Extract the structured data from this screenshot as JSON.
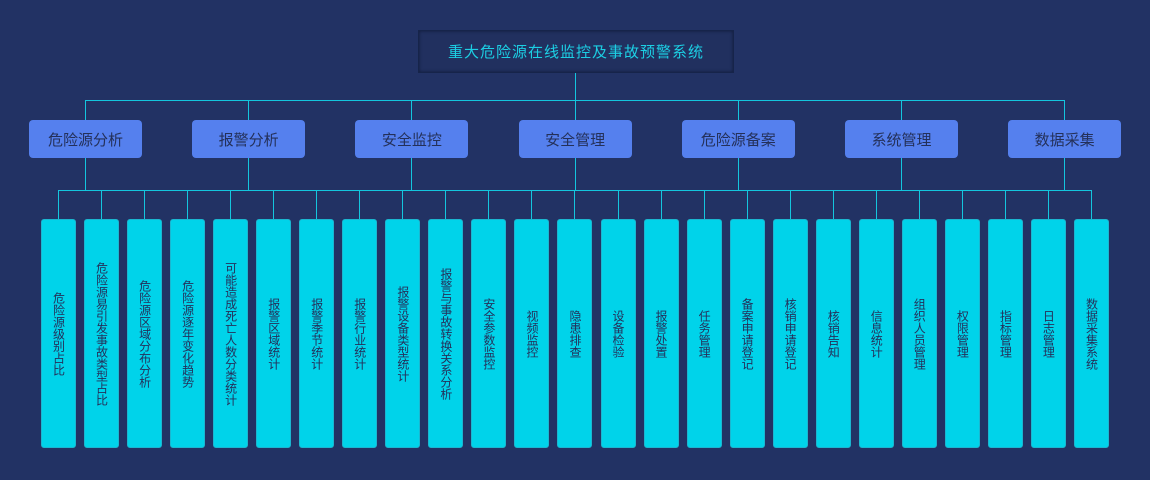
{
  "title": "重大危险源在线监控及事故预警系统",
  "categories": [
    "危险源分析",
    "报警分析",
    "安全监控",
    "安全管理",
    "危险源备案",
    "系统管理",
    "数据采集"
  ],
  "leaves": [
    "危险源级别占比",
    "危险源易引发事故类型占比",
    "危险源区域分布分析",
    "危险源逐年变化趋势",
    "可能造成死亡人数分类统计",
    "报警区域统计",
    "报警季节统计",
    "报警行业统计",
    "报警设备类型统计",
    "报警与事故转换关系分析",
    "安全参数监控",
    "视频监控",
    "隐患排查",
    "设备检验",
    "报警处置",
    "任务管理",
    "备案申请登记",
    "核销申请登记",
    "核销告知",
    "信息统计",
    "组织人员管理",
    "权限管理",
    "指标管理",
    "日志管理",
    "数据采集系统"
  ],
  "colors": {
    "background": "#223264",
    "line": "#14c6de",
    "category": "#5580ee",
    "leaf": "#00d3ea"
  }
}
